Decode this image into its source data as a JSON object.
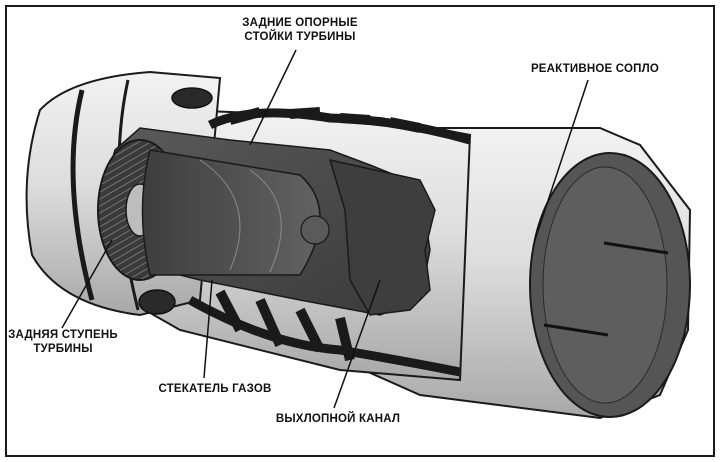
{
  "labels": {
    "turbine_struts_line1": "ЗАДНИЕ ОПОРНЫЕ",
    "turbine_struts_line2": "СТОЙКИ ТУРБИНЫ",
    "nozzle": "РЕАКТИВНОЕ СОПЛО",
    "rear_stage_line1": "ЗАДНЯЯ СТУПЕНЬ",
    "rear_stage_line2": "ТУРБИНЫ",
    "exhaust_cone": "СТЕКАТЕЛЬ ГАЗОВ",
    "exhaust_duct": "ВЫХЛОПНОЙ КАНАЛ"
  },
  "colors": {
    "frame": "#1a1a1a",
    "shell": "#dcdcdc",
    "shell_dark": "#9a9a9a",
    "interior": "#4a4a4a",
    "ink": "#111111"
  }
}
